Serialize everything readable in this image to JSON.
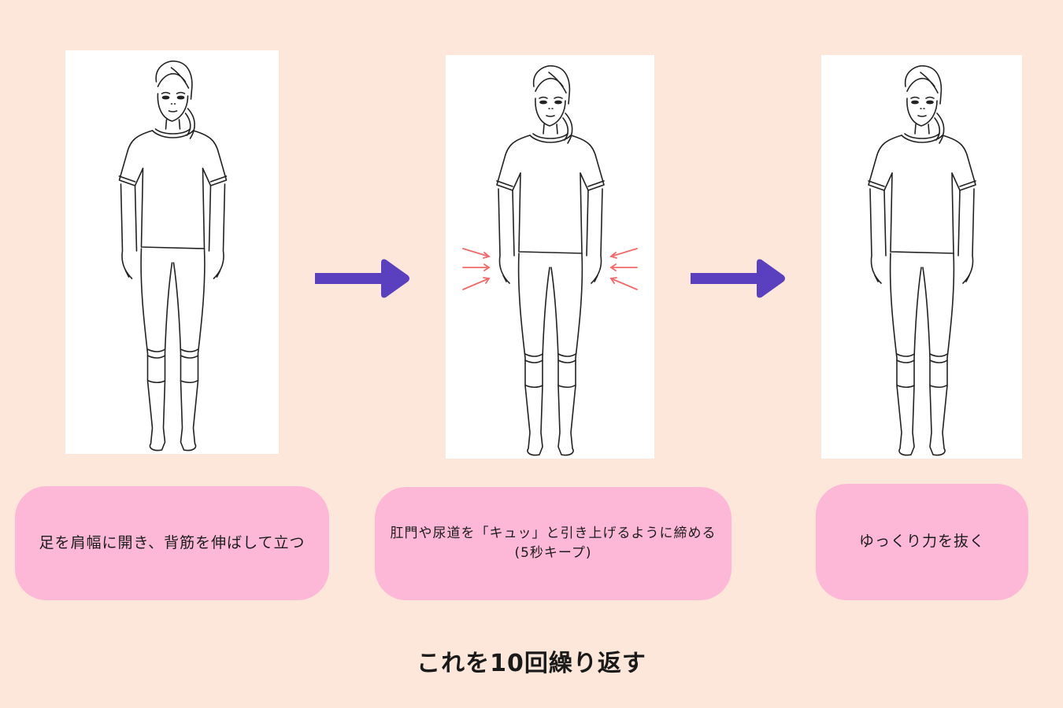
{
  "colors": {
    "background": "#fde7da",
    "panel": "#ffffff",
    "caption_box": "#fdb8d7",
    "arrow": "#5a3fbf",
    "squeeze_marks": "#f06a6a",
    "text": "#1a1a1a"
  },
  "steps": [
    {
      "index": 1,
      "illustration": "standing-woman-relaxed",
      "caption": "足を肩幅に開き、背筋を伸ばして立つ"
    },
    {
      "index": 2,
      "illustration": "standing-woman-squeezing",
      "squeeze_marks": "red-arrows-pointing-inward-at-hips",
      "caption_line1": "肛門や尿道を「キュッ」と引き上げるように締める",
      "caption_line2": "(5秒キープ)"
    },
    {
      "index": 3,
      "illustration": "standing-woman-relaxed",
      "caption": "ゆっくり力を抜く"
    }
  ],
  "connectors": [
    {
      "icon": "arrow-right-icon"
    },
    {
      "icon": "arrow-right-icon"
    }
  ],
  "footer": {
    "text": "これを10回繰り返す"
  }
}
